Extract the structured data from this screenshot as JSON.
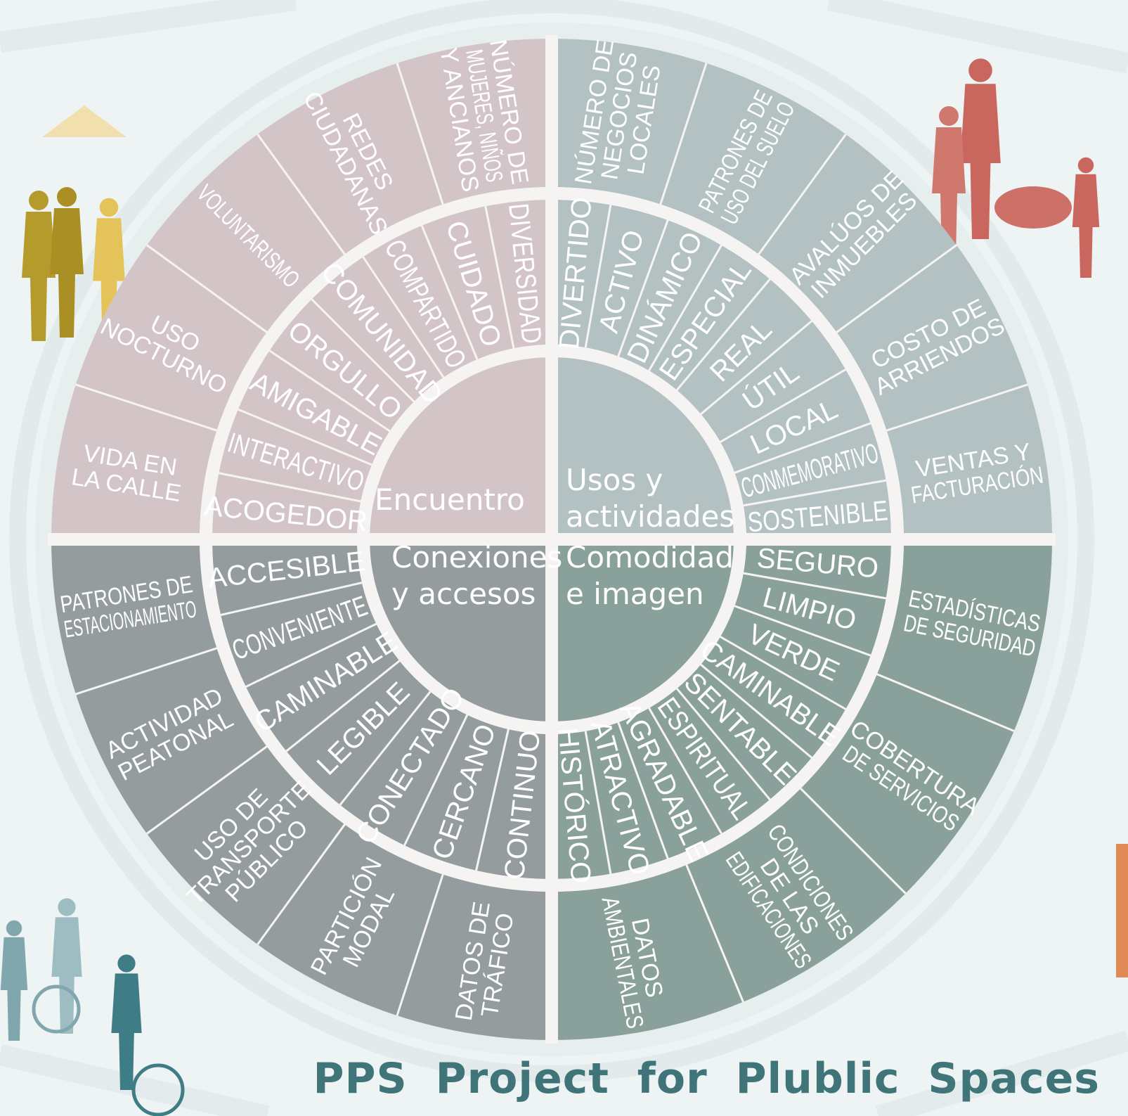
{
  "colors": {
    "background": "#eef3f4",
    "encuentro": "#d3c5c7",
    "usos": "#b3c1c2",
    "conexiones": "#959c9d",
    "comodidad": "#8aa19b",
    "separator": "#f5f4f2",
    "footer": "#3f7478"
  },
  "quadrants": [
    {
      "id": "encuentro",
      "center": [
        "Encuentro"
      ],
      "attributes": [
        "DIVERSIDAD",
        "CUIDADO",
        "COMPARTIDO",
        "COMUNIDAD",
        "ORGULLO",
        "AMIGABLE",
        "INTERACTIVO",
        "ACOGEDOR"
      ],
      "measures": [
        [
          "NÚMERO DE",
          "MUJERES, NIÑOS",
          "Y ANCIANOS"
        ],
        [
          "REDES",
          "CIUDADANAS"
        ],
        [
          "VOLUNTARISMO"
        ],
        [
          "USO",
          "NOCTURNO"
        ],
        [
          "VIDA EN",
          "LA CALLE"
        ]
      ]
    },
    {
      "id": "usos",
      "center": [
        "Usos y",
        "actividades"
      ],
      "attributes": [
        "DIVERTIDO",
        "ACTIVO",
        "DINÁMICO",
        "ESPECIAL",
        "REAL",
        "ÚTIL",
        "LOCAL",
        "CONMEMORATIVO",
        "SOSTENIBLE"
      ],
      "measures": [
        [
          "NÚMERO DE",
          "NEGOCIOS",
          "LOCALES"
        ],
        [
          "PATRONES DE",
          "USO DEL SUELO"
        ],
        [
          "AVALÚOS DE",
          "INMUEBLES"
        ],
        [
          "COSTO DE",
          "ARRIENDOS"
        ],
        [
          "VENTAS Y",
          "FACTURACIÓN"
        ]
      ]
    },
    {
      "id": "comodidad",
      "center": [
        "Comodidad",
        "e imagen"
      ],
      "attributes": [
        "SEGURO",
        "LIMPIO",
        "VERDE",
        "CAMINABLE",
        "SENTABLE",
        "ESPIRITUAL",
        "AGRADABLE",
        "ATRACTIVO",
        "HISTÓRICO"
      ],
      "measures": [
        [
          "ESTADÍSTICAS",
          "DE SEGURIDAD"
        ],
        [
          "COBERTURA",
          "DE SERVICIOS"
        ],
        [
          "CONDICIONES",
          "DE LAS",
          "EDIFICACIONES"
        ],
        [
          "DATOS",
          "AMBIENTALES"
        ]
      ]
    },
    {
      "id": "conexiones",
      "center": [
        "Conexiones",
        "y accesos"
      ],
      "attributes": [
        "ACCESIBLE",
        "CONVENIENTE",
        "CAMINABLE",
        "LEGIBLE",
        "CONECTADO",
        "CERCANO",
        "CONTINUO"
      ],
      "measures": [
        [
          "PATRONES DE",
          "ESTACIONAMIENTO"
        ],
        [
          "ACTIVIDAD",
          "PEATONAL"
        ],
        [
          "USO DE",
          "TRANSPORTE",
          "PÚBLICO"
        ],
        [
          "PARTICIÓN",
          "MODAL"
        ],
        [
          "DATOS DE",
          "TRÁFICO"
        ]
      ]
    }
  ],
  "footer": "PPS Project for Plublic Spaces"
}
